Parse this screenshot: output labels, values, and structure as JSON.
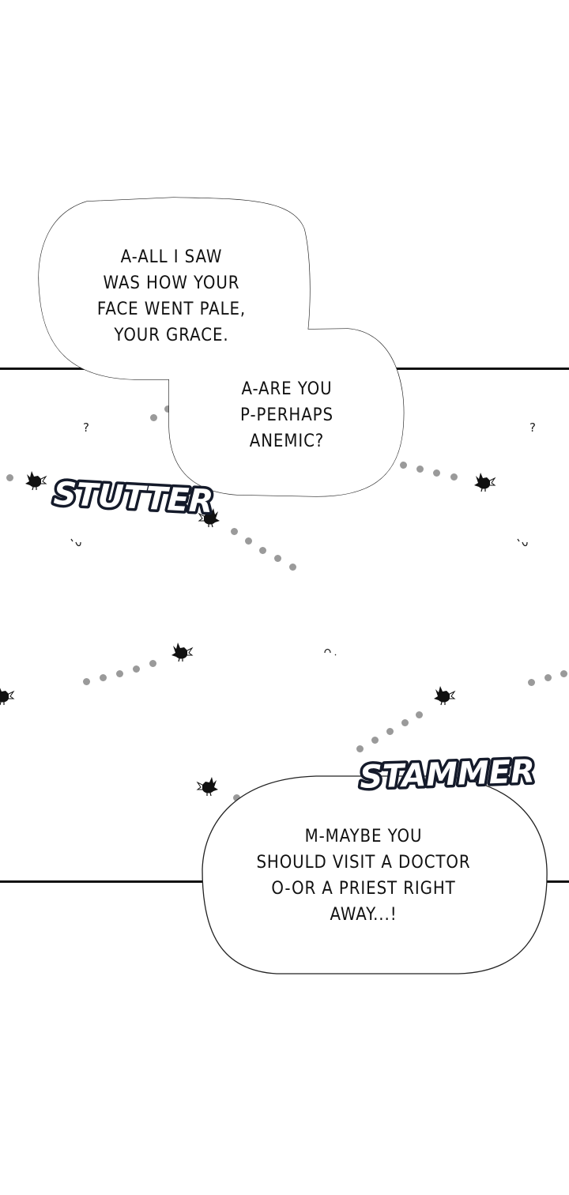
{
  "bubbles": [
    {
      "lines": [
        "A-ALL I SAW",
        "WAS HOW YOUR",
        "FACE WENT PALE,",
        "YOUR GRACE."
      ]
    },
    {
      "lines": [
        "A-ARE YOU",
        "P-PERHAPS",
        "ANEMIC?"
      ]
    },
    {
      "lines": [
        "M-MAYBE YOU",
        "SHOULD VISIT A DOCTOR",
        "O-OR A PRIEST RIGHT",
        "AWAY...!"
      ]
    }
  ],
  "sfx": {
    "stutter": "STUTTER",
    "stammer": "STAMMER"
  },
  "marks": {
    "question": "?"
  },
  "colors": {
    "ink": "#111111",
    "dots": "#9a9a9a",
    "background": "#ffffff"
  }
}
